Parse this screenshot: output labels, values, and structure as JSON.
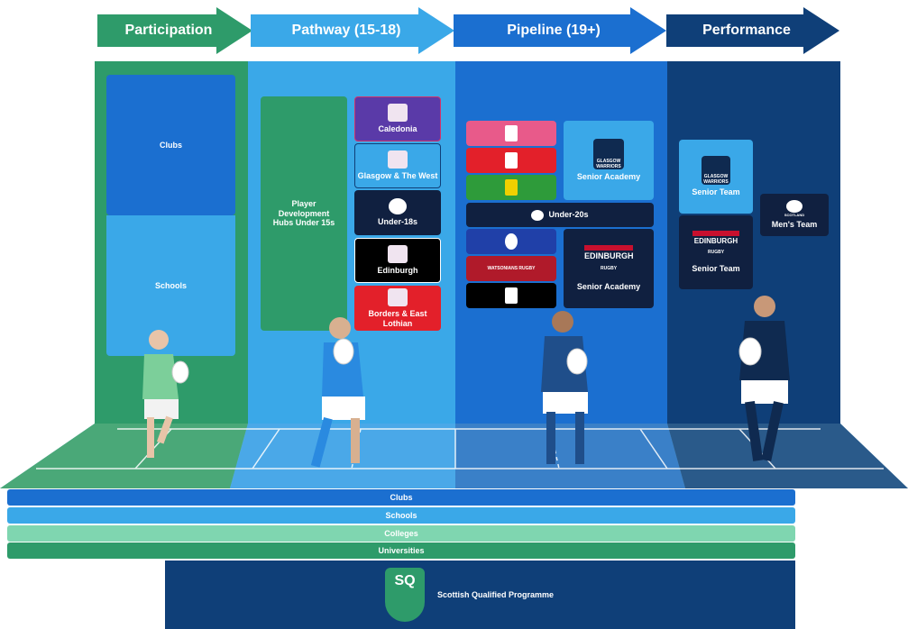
{
  "stages": [
    {
      "label": "Participation",
      "color": "#2e9b6a"
    },
    {
      "label": "Pathway (15-18)",
      "color": "#3aa8e8"
    },
    {
      "label": "Pipeline (19+)",
      "color": "#1b6fd0"
    },
    {
      "label": "Performance",
      "color": "#0f3f78"
    }
  ],
  "participation": {
    "clubs": "Clubs",
    "schools": "Schools"
  },
  "pathway": {
    "hubs": "Player Development Hubs Under 15s",
    "regions": [
      "Caledonia",
      "Glasgow & The West",
      "Under-18s",
      "Edinburgh",
      "Borders & East Lothian"
    ]
  },
  "pipeline": {
    "academy_top": "Senior Academy",
    "under20": "Under-20s",
    "academy_bottom": "Senior Academy",
    "watsonians": "WATSONIANS RUGBY",
    "glasgow_logo": "GLASGOW WARRIORS",
    "edinburgh_logo": "EDINBURGH",
    "edinburgh_sub": "RUGBY"
  },
  "performance": {
    "senior_team_1": "Senior Team",
    "senior_team_2": "Senior Team",
    "mens_team": "Men's Team",
    "glasgow_logo": "GLASGOW WARRIORS",
    "edinburgh_logo": "EDINBURGH",
    "edinburgh_sub": "RUGBY",
    "scotland_logo": "SCOTLAND"
  },
  "bands": [
    "Clubs",
    "Schools",
    "Colleges",
    "Universities"
  ],
  "sq": {
    "badge": "SQ",
    "label": "Scottish Qualified Programme"
  }
}
